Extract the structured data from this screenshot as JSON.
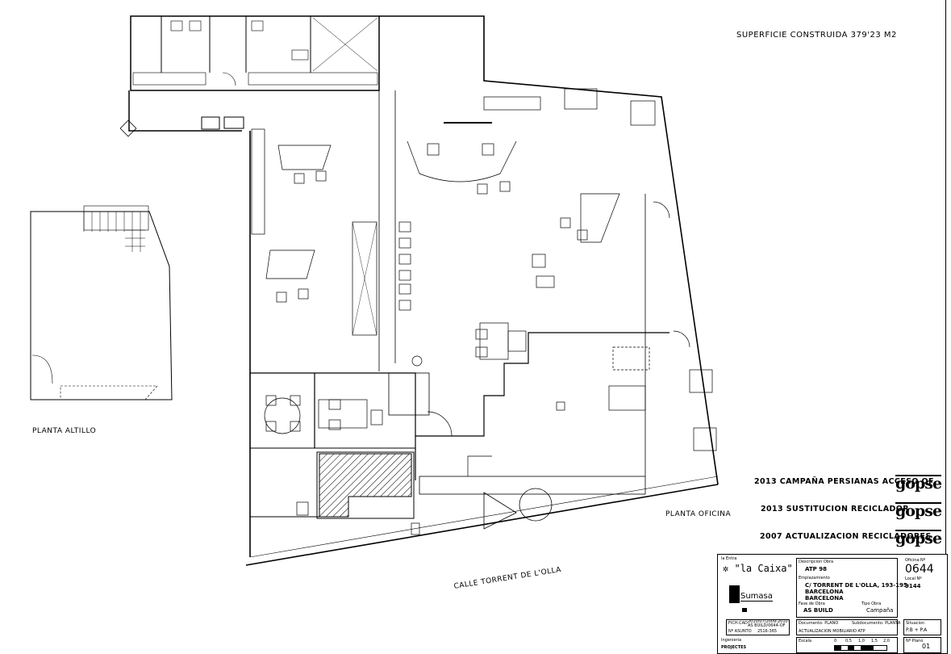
{
  "header": {
    "surface": "SUPERFICIE CONSTRUIDA 379'23 M2"
  },
  "labels": {
    "mezzanine": "PLANTA ALTILLO",
    "office": "PLANTA OFICINA",
    "street": "CALLE TORRENT DE L'OLLA"
  },
  "revisions": [
    {
      "text": "2013 CAMPAÑA PERSIANAS ACCESO OF",
      "logo": "gopse"
    },
    {
      "text": "2013 SUSTITUCION RECICLADOR",
      "logo": "gopse"
    },
    {
      "text": "2007 ACTUALIZACION RECICLADORES",
      "logo": "gopse"
    }
  ],
  "title_block": {
    "client_label": "la Entra",
    "client": "\"la Caixa\"",
    "company": "Sumasa",
    "work_desc_label": "Descripcion Obra",
    "work_desc": "ATP 98",
    "location_label": "Emplazamiento",
    "address": "C/ TORRENT DE L'OLLA, 193-195",
    "city1": "BARCELONA",
    "city2": "BARCELONA",
    "phase_label": "Fase de Obra",
    "phase": "AS BUILD",
    "type_label": "Tipo Obra",
    "type": "Campaña",
    "office_label": "Oficina Nº",
    "office_no": "0644",
    "local_label": "Local Nº",
    "local_no": "9144",
    "cad_label": "FICH.CAD",
    "cad_value1": "2010/07/2009-2010",
    "cad_value2": "AS BUILD/0644-OF",
    "subject_label": "Nº ASUNTO",
    "subject_value": "2516-365",
    "document_label": "Documento: PLANO",
    "subdocument_label": "Subdocumento: PLANTA",
    "document_note": "ACTUALIZACION MOBILIARIO ATP",
    "situation_label": "Situacion",
    "situation": "P.B + P.A",
    "engineering_label": "Ingenieria",
    "engineering": "PROJECTES",
    "scale_label": "Escala",
    "scale_ticks": [
      "0",
      "0,5",
      "1,0",
      "1,5",
      "2,0"
    ],
    "sheet_label": "Nº Plano",
    "sheet_no": "01"
  }
}
